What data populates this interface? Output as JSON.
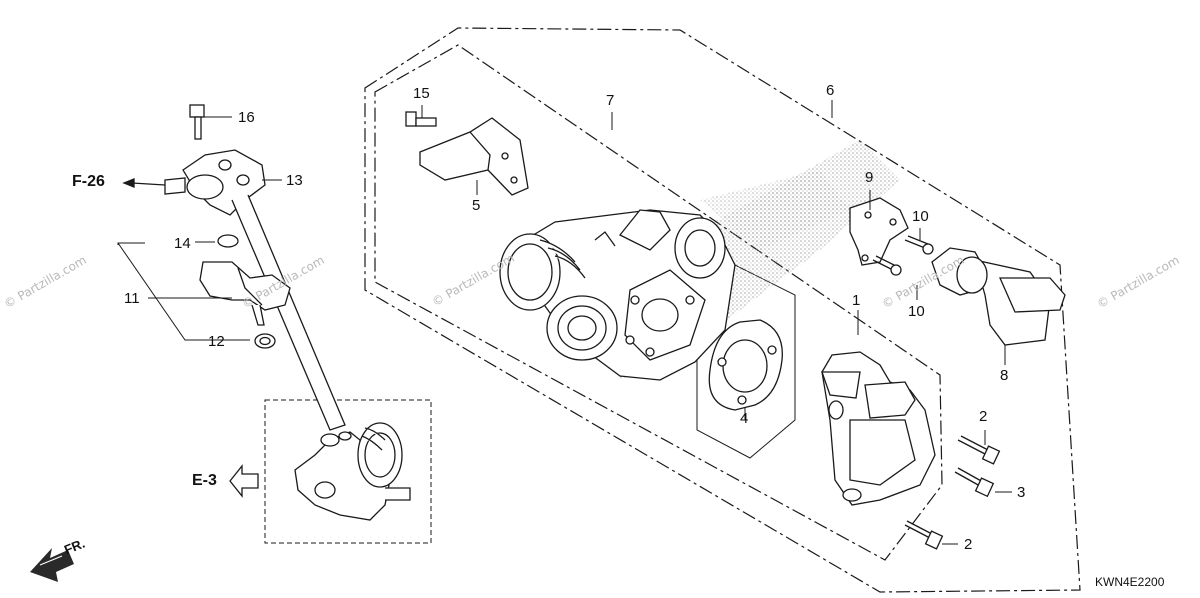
{
  "callouts": {
    "c1": "1",
    "c2a": "2",
    "c2b": "2",
    "c3": "3",
    "c4": "4",
    "c5": "5",
    "c6": "6",
    "c7": "7",
    "c8": "8",
    "c9": "9",
    "c10a": "10",
    "c10b": "10",
    "c11": "11",
    "c12": "12",
    "c13": "13",
    "c14": "14",
    "c15": "15",
    "c16": "16"
  },
  "refs": {
    "f26": "F-26",
    "e3": "E-3"
  },
  "direction_label": "FR.",
  "diagram_code": "KWN4E2200",
  "watermark": "© Partzilla.com",
  "colors": {
    "line": "#1a1a1a",
    "shading": "#9a9a9a",
    "watermark": "#b9b9b9"
  }
}
